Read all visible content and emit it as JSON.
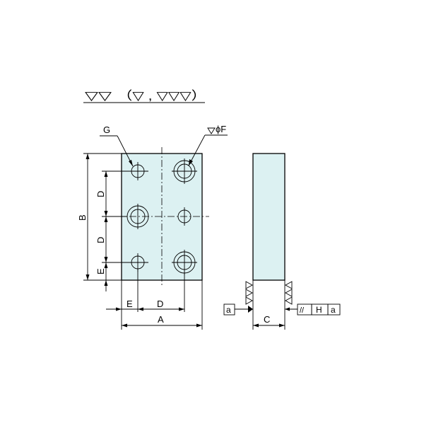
{
  "finish": {
    "primary": "▽▽",
    "alternatives": "（▽ , ▽▽▽）"
  },
  "labels": {
    "g": "G",
    "phi_f": "ϕF",
    "a": "A",
    "b": "B",
    "c": "C",
    "d_vertical_top": "D",
    "d_vertical_bottom": "D",
    "d_horizontal": "D",
    "e_vertical": "E",
    "e_horizontal": "E"
  },
  "datum": {
    "label": "a"
  },
  "tolerance_frame": {
    "symbol": "//",
    "value": "H",
    "datum": "a"
  },
  "colors": {
    "plate_fill": "#dcf1f2",
    "line": "#000000",
    "background": "#ffffff"
  }
}
